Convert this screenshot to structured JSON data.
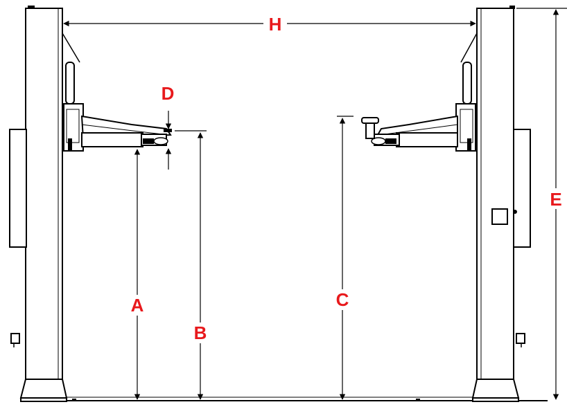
{
  "labels": {
    "A": "A",
    "B": "B",
    "C": "C",
    "D": "D",
    "E": "E",
    "H": "H"
  },
  "colors": {
    "label": "#e8191c",
    "line": "#000000",
    "background": "#ffffff"
  }
}
